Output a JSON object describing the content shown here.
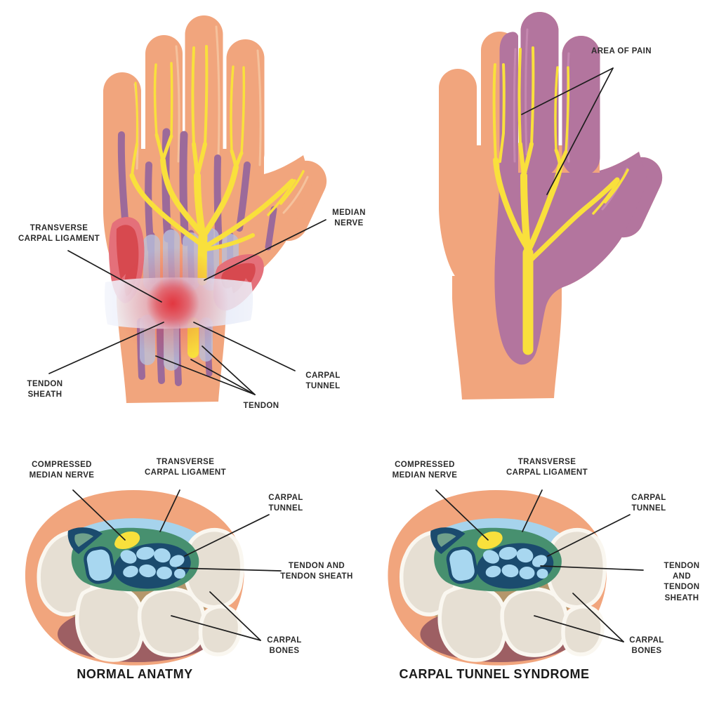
{
  "document_type": "medical illustration",
  "subject": "Carpal tunnel syndrome hand anatomy",
  "panels": {
    "hand_anatomy": {
      "name": "palmar hand anatomy with inflamed carpal tunnel",
      "labels": {
        "transverse_carpal_ligament": "TRANSVERSE\nCARPAL LIGAMENT",
        "median_nerve": "MEDIAN\nNERVE",
        "tendon_sheath": "TENDON\nSHEATH",
        "carpal_tunnel": "CARPAL\nTUNNEL",
        "tendon": "TENDON"
      }
    },
    "pain_map": {
      "name": "median nerve pain distribution hand",
      "labels": {
        "area_of_pain": "AREA OF PAIN"
      }
    },
    "normal_cross_section": {
      "title": "NORMAL ANATMY",
      "labels": {
        "compressed_median_nerve": "COMPRESSED\nMEDIAN NERVE",
        "transverse_carpal_ligament": "TRANSVERSE\nCARPAL LIGAMENT",
        "carpal_tunnel": "CARPAL\nTUNNEL",
        "tendon_and_tendon_sheath": "TENDON AND\nTENDON SHEATH",
        "carpal_bones": "CARPAL\nBONES"
      }
    },
    "cts_cross_section": {
      "title": "CARPAL TUNNEL SYNDROME",
      "labels": {
        "compressed_median_nerve": "COMPRESSED\nMEDIAN NERVE",
        "transverse_carpal_ligament": "TRANSVERSE\nCARPAL LIGAMENT",
        "carpal_tunnel": "CARPAL\nTUNNEL",
        "tendon_and_tendon_sheath": "TENDON AND\nTENDON SHEATH",
        "carpal_bones": "CARPAL\nBONES"
      }
    }
  },
  "colors": {
    "background": "#ffffff",
    "skin": "#f1a57d",
    "nerve_yellow": "#f9e03c",
    "tendon_purple": "#9c6a9a",
    "pain_mauve": "#b3759e",
    "pain_mauve_light": "#c78bb2",
    "muscle_red": "#e4707a",
    "muscle_red_dark": "#d7494f",
    "inflammation_red": "#e2333c",
    "ligament_lavender": "#dde3f6",
    "sheath_blue_grey": "#b9c0dd",
    "cross_light_blue": "#a6d3ec",
    "tunnel_teal": "#47906f",
    "deep_navy": "#1b4b6e",
    "tendon_light_blue": "#a8d7f0",
    "bone_cream": "#e6dfd3",
    "bone_outline": "#faf7f0",
    "bone_tan": "#b5976c",
    "deep_maroon": "#9d5f63",
    "label_text": "#2b2b2b",
    "leader_line": "#1d1d1d"
  }
}
